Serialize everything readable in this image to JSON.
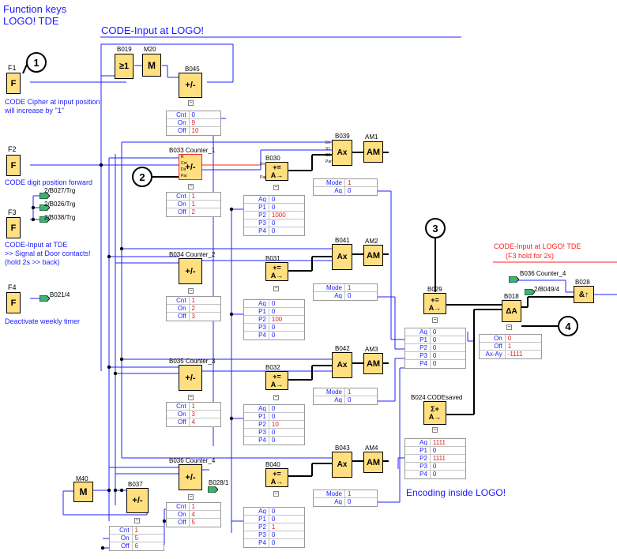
{
  "headings": {
    "function_keys": "Function keys",
    "logo_tde": "LOGO! TDE",
    "code_input": "CODE-Input at LOGO!",
    "code_input_tde": "CODE-Input at LOGO! TDE",
    "f3_hold": "(F3 hold for 2s)",
    "encoding": "Encoding inside LOGO!"
  },
  "fkeys": [
    {
      "name": "F1",
      "symbol": "F",
      "desc": [
        "CODE Cipher at input position",
        "will increase by \"1\""
      ]
    },
    {
      "name": "F2",
      "symbol": "F",
      "desc": [
        "CODE digit position forward"
      ]
    },
    {
      "name": "F3",
      "symbol": "F",
      "desc": [
        "CODE-Input at TDE",
        ">> Signal at Door contacts!",
        "(hold 2s >> back)"
      ]
    },
    {
      "name": "F4",
      "symbol": "F",
      "desc": [
        "Deactivate weekly timer"
      ]
    }
  ],
  "refs": [
    "2/B027/Trg",
    "2/B026/Trg",
    "2/B038/Trg",
    "B021/4",
    "B036 Counter_4",
    "2/B049/4",
    "B028/1"
  ],
  "blocks": {
    "b019": {
      "label": "B019",
      "symbol": "≥1"
    },
    "m20": {
      "label": "M20",
      "symbol": "M"
    },
    "b045": {
      "label": "B045",
      "symbol": "+/-"
    },
    "b033": {
      "label": "B033 Counter_1",
      "symbol": "+/-"
    },
    "b034": {
      "label": "B034 Counter_2",
      "symbol": "+/-"
    },
    "b035": {
      "label": "B035 Counter_3",
      "symbol": "+/-"
    },
    "b036": {
      "label": "B036 Counter_4",
      "symbol": "+/-"
    },
    "b037": {
      "label": "B037",
      "symbol": "+/-"
    },
    "m40": {
      "label": "M40",
      "symbol": "M"
    },
    "b030": {
      "label": "B030",
      "symbol": "+= A→"
    },
    "b031": {
      "label": "B031",
      "symbol": "+= A→"
    },
    "b032": {
      "label": "B032",
      "symbol": "+= A→"
    },
    "b040": {
      "label": "B040",
      "symbol": "+= A→"
    },
    "b039": {
      "label": "B039",
      "symbol": "Ax"
    },
    "b041": {
      "label": "B041",
      "symbol": "Ax"
    },
    "b042": {
      "label": "B042",
      "symbol": "Ax"
    },
    "b043": {
      "label": "B043",
      "symbol": "Ax"
    },
    "am1": {
      "label": "AM1",
      "symbol": "AM"
    },
    "am2": {
      "label": "AM2",
      "symbol": "AM"
    },
    "am3": {
      "label": "AM3",
      "symbol": "AM"
    },
    "am4": {
      "label": "AM4",
      "symbol": "AM"
    },
    "b029": {
      "label": "B029",
      "symbol": "+= A→"
    },
    "b024": {
      "label": "B024 CODEsaved",
      "symbol": "Σ+ A→"
    },
    "b018": {
      "label": "B018",
      "symbol": "ΔA"
    },
    "b028": {
      "label": "B028",
      "symbol": "&↑"
    }
  },
  "counter_params": {
    "b045": [
      [
        "Cnt",
        "0"
      ],
      [
        "On",
        "9"
      ],
      [
        "Off",
        "10"
      ]
    ],
    "b033": [
      [
        "Cnt",
        "1"
      ],
      [
        "On",
        "1"
      ],
      [
        "Off",
        "2"
      ]
    ],
    "b034": [
      [
        "Cnt",
        "1"
      ],
      [
        "On",
        "2"
      ],
      [
        "Off",
        "3"
      ]
    ],
    "b035": [
      [
        "Cnt",
        "1"
      ],
      [
        "On",
        "3"
      ],
      [
        "Off",
        "4"
      ]
    ],
    "b036": [
      [
        "Cnt",
        "1"
      ],
      [
        "On",
        "4"
      ],
      [
        "Off",
        "5"
      ]
    ],
    "b037": [
      [
        "Cnt",
        "1"
      ],
      [
        "On",
        "5"
      ],
      [
        "Off",
        "6"
      ]
    ]
  },
  "arith_params": {
    "b030": [
      [
        "Aq",
        "0"
      ],
      [
        "P1",
        "0"
      ],
      [
        "P2",
        "1000"
      ],
      [
        "P3",
        "0"
      ],
      [
        "P4",
        "0"
      ]
    ],
    "b031": [
      [
        "Aq",
        "0"
      ],
      [
        "P1",
        "0"
      ],
      [
        "P2",
        "100"
      ],
      [
        "P3",
        "0"
      ],
      [
        "P4",
        "0"
      ]
    ],
    "b032": [
      [
        "Aq",
        "0"
      ],
      [
        "P1",
        "0"
      ],
      [
        "P2",
        "10"
      ],
      [
        "P3",
        "0"
      ],
      [
        "P4",
        "0"
      ]
    ],
    "b040": [
      [
        "Aq",
        "0"
      ],
      [
        "P1",
        "0"
      ],
      [
        "P2",
        "1"
      ],
      [
        "P3",
        "0"
      ],
      [
        "P4",
        "0"
      ]
    ],
    "b029": [
      [
        "Aq",
        "0"
      ],
      [
        "P1",
        "0"
      ],
      [
        "P2",
        "0"
      ],
      [
        "P3",
        "0"
      ],
      [
        "P4",
        "0"
      ]
    ],
    "b024": [
      [
        "Aq",
        "1111"
      ],
      [
        "P1",
        "0"
      ],
      [
        "P2",
        "1111"
      ],
      [
        "P3",
        "0"
      ],
      [
        "P4",
        "0"
      ]
    ]
  },
  "mux_params": {
    "b039": [
      [
        "Mode",
        "1"
      ],
      [
        "Aq",
        "0"
      ]
    ],
    "b041": [
      [
        "Mode",
        "1"
      ],
      [
        "Aq",
        "0"
      ]
    ],
    "b042": [
      [
        "Mode",
        "1"
      ],
      [
        "Aq",
        "0"
      ]
    ],
    "b043": [
      [
        "Mode",
        "1"
      ],
      [
        "Aq",
        "0"
      ]
    ]
  },
  "b018_params": [
    [
      "On",
      "0"
    ],
    [
      "Off",
      "1"
    ],
    [
      "Ax-Ay",
      "-1111"
    ]
  ],
  "callouts": [
    "1",
    "2",
    "3",
    "4"
  ],
  "pins": {
    "counter": [
      "R",
      "Cnt",
      "Dir",
      "Par"
    ],
    "mux": [
      "En",
      "S1",
      "S2",
      "Par"
    ],
    "arith": [
      "En",
      "Par"
    ]
  }
}
